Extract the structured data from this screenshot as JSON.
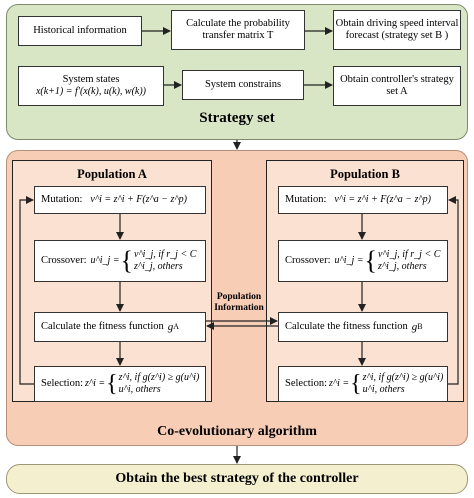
{
  "top_panel": {
    "row1": {
      "box1": "Historical information",
      "box2_line1": "Calculate the probability",
      "box2_line2": "transfer matrix T",
      "box3_line1": "Obtain driving speed interval",
      "box3_line2": "forecast (strategy set B )"
    },
    "row2": {
      "box1_line1": "System states",
      "box1_formula": "x(k+1) = f′(x(k), u(k), w(k))",
      "box2": "System constrains",
      "box3_line1": "Obtain controller's strategy",
      "box3_line2": "set A"
    },
    "title": "Strategy set"
  },
  "middle_panel": {
    "title": "Co-evolutionary algorithm",
    "link_label_line1": "Population",
    "link_label_line2": "Information",
    "population_a": {
      "title": "Population A",
      "mutation_label": "Mutation:",
      "mutation_formula": "v^i = z^i + F(z^a − z^p)",
      "crossover_label": "Crossover:",
      "crossover_case1": "v^i_j,  if  r_j < C",
      "crossover_case2": "z^i_j,  others",
      "crossover_lhs": "u^i_j =",
      "fitness_label": "Calculate the fitness function",
      "fitness_symbol": "g",
      "fitness_sub": "A",
      "selection_label": "Selection:",
      "selection_lhs": "z^i =",
      "selection_case1": "z^i,  if  g(z^i) ≥ g(u^i)",
      "selection_case2": "u^i,  others"
    },
    "population_b": {
      "title": "Population B",
      "mutation_label": "Mutation:",
      "mutation_formula": "v^i = z^i + F(z^a − z^p)",
      "crossover_label": "Crossover:",
      "crossover_case1": "v^i_j,  if  r_j < C",
      "crossover_case2": "z^i_j,  others",
      "crossover_lhs": "u^i_j =",
      "fitness_label": "Calculate the fitness function",
      "fitness_symbol": "g",
      "fitness_sub": "B",
      "selection_label": "Selection:",
      "selection_lhs": "z^i =",
      "selection_case1": "z^i,  if  g(z^i) ≥ g(u^i)",
      "selection_case2": "u^i,  others"
    }
  },
  "bottom_panel": {
    "title": "Obtain the best strategy of the controller"
  },
  "colors": {
    "top_panel_fill": "#d9e6c6",
    "middle_panel_fill": "#f7cdb6",
    "population_fill": "#fbe1d2",
    "bottom_panel_fill": "#f4efcf"
  }
}
